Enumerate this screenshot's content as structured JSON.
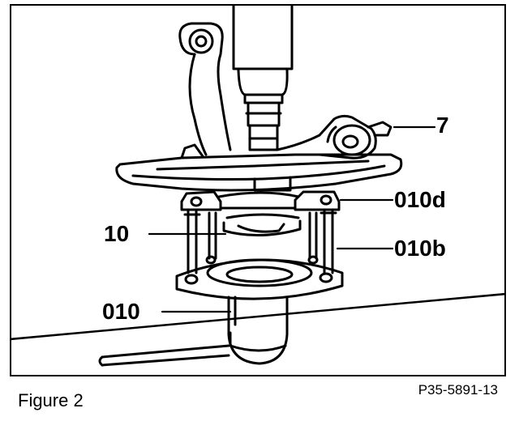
{
  "figure": {
    "caption": "Figure 2",
    "reference_code": "P35-5891-13",
    "callouts": {
      "label_7": "7",
      "label_010d": "010d",
      "label_10": "10",
      "label_010b": "010b",
      "label_010": "010"
    }
  }
}
